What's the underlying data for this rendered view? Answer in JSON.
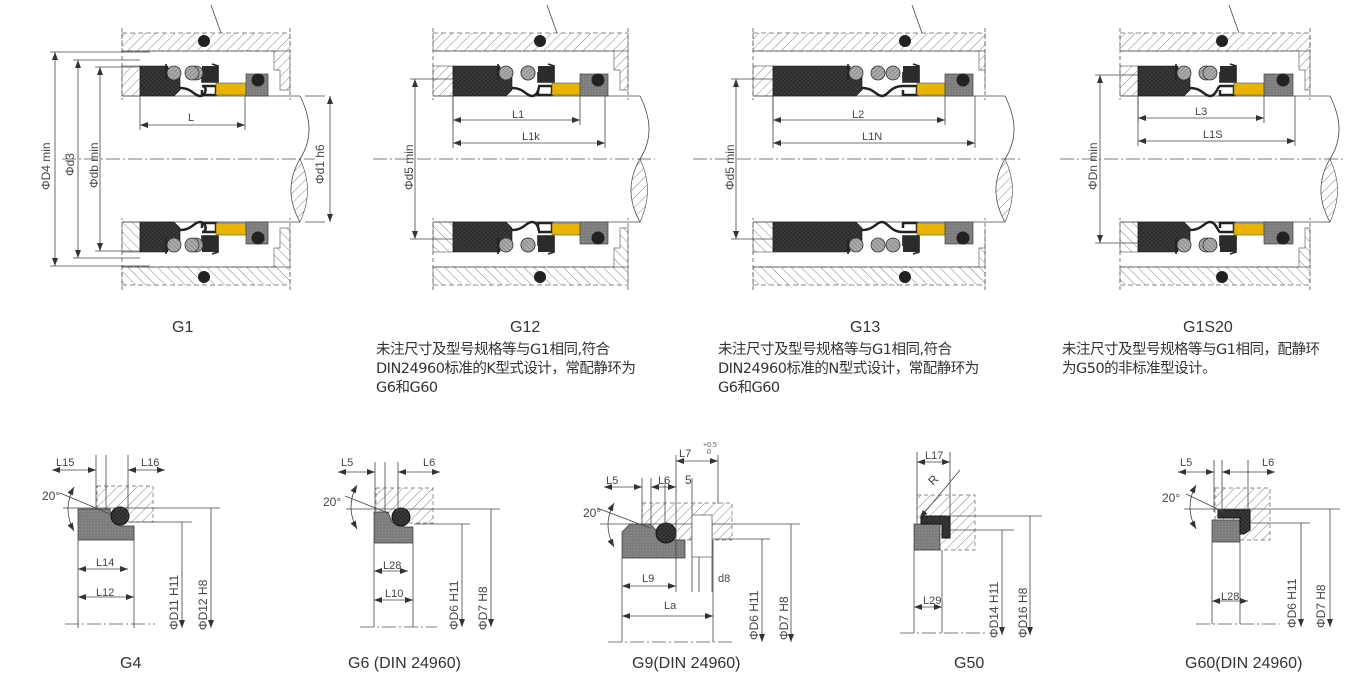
{
  "top": {
    "g1": {
      "title": "G1",
      "dim_l": "L",
      "dim_d4": "ΦD4 min",
      "dim_d3": "Φd3",
      "dim_db": "Φdb min",
      "dim_d1": "Φd1 h6"
    },
    "g12": {
      "title": "G12",
      "dim_l1": "L1",
      "dim_l1k": "L1k",
      "dim_d5": "Φd5 min",
      "note": [
        "未注尺寸及型号规格等与G1相同,符合",
        "DIN24960标准的K型式设计，常配静环为",
        "G6和G60"
      ]
    },
    "g13": {
      "title": "G13",
      "dim_l2": "L2",
      "dim_l1n": "L1N",
      "dim_d5": "Φd5 min",
      "note": [
        "未注尺寸及型号规格等与G1相同,符合",
        "DIN24960标准的N型式设计，常配静环为",
        "G6和G60"
      ]
    },
    "g1s20": {
      "title": "G1S20",
      "dim_l3": "L3",
      "dim_l1s": "L1S",
      "dim_dn": "ΦDn min",
      "note": [
        "未注尺寸及型号规格等与G1相同，配静环",
        "为G50的非标准型设计。"
      ]
    }
  },
  "bottom": {
    "g4": {
      "title": "G4",
      "angle": "20°",
      "l15": "L15",
      "l16": "L16",
      "l14": "L14",
      "l12": "L12",
      "d11": "ΦD11 H11",
      "d12": "ΦD12 H8"
    },
    "g6": {
      "title": "G6 (DIN 24960)",
      "angle": "20°",
      "l5": "L5",
      "l6": "L6",
      "l28": "L28",
      "l10": "L10",
      "d6": "ΦD6 H11",
      "d7": "ΦD7 H8"
    },
    "g9": {
      "title": "G9(DIN 24960)",
      "angle": "20°",
      "l7": "L7",
      "tol_upper": "+0.5",
      "tol_lower": "0",
      "l5": "L5",
      "l6": "L6",
      "five": "5",
      "l9": "L9",
      "la": "La",
      "d8": "d8",
      "d6": "ΦD6 H11",
      "d7": "ΦD7 H8"
    },
    "g50": {
      "title": "G50",
      "l17": "L17",
      "r": "R",
      "l29": "L29",
      "d14": "ΦD14 H11",
      "d16": "ΦD16 H8"
    },
    "g60": {
      "title": "G60(DIN 24960)",
      "angle": "20°",
      "l5": "L5",
      "l6": "L6",
      "l28": "L28",
      "d6": "ΦD6 H11",
      "d7": "ΦD7 H8"
    }
  },
  "colors": {
    "rubber": "#2b2b2b",
    "carbon": "#e8b400",
    "ceramic": "#8a8a8a",
    "line": "#444444"
  }
}
